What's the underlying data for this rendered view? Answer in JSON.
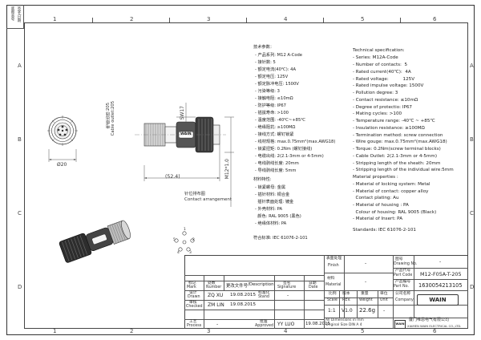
{
  "left_strip": {
    "label_top": "底图总号",
    "label_mid": "签字/日期"
  },
  "zones": {
    "top": [
      "1",
      "2",
      "3",
      "4",
      "5",
      "6"
    ],
    "side": [
      "A",
      "B",
      "C",
      "D"
    ]
  },
  "spec_cn": {
    "heading": "技术参数：",
    "lines": [
      "- 产品系列: M12 A-Code",
      "- 接针数: 5",
      "- 额定电流(40℃): 4A",
      "- 额定电压: 125V",
      "- 额定脉冲电压: 1500V",
      "- 污染等级: 3",
      "- 接触电阻: ≤10mΩ",
      "- 防护等级: IP67",
      "- 插拔寿命: >100",
      "- 温度范围: -40℃~+85℃",
      "- 绝缘阻抗: ≥100MΩ",
      "- 接线方式: 螺钉锁紧",
      "- 线材规格: max.0.75mm²(max.AWG18)",
      "- 锁紧扭矩: 0.2Nm (螺钉接线)",
      "- 电缆出线: 2(2.1-3mm or 4-5mm)",
      "- 电线剥线长度: 20mm",
      "- 导线剥线长度: 5mm"
    ],
    "mat_heading": "材料特性:",
    "mat_lines": [
      "- 锁紧螺母: 金属",
      "- 插针材料: 铜合金",
      "  插针表面处理: 镀金",
      "- 外壳材料: PA",
      "  颜色: RAL 9005 (黑色)",
      "- 绝缘体材料: PA"
    ],
    "std": "符合标准: IEC 61076-2-101"
  },
  "spec_en": {
    "heading": "Technical specification:",
    "lines": [
      "- Series: M12A-Code",
      "- Number of contacts:  5",
      "- Rated current(40℃):  4A",
      "- Rated voltage:          125V",
      "- Rated impulse voltage: 1500V",
      "- Pollution degree: 3",
      "- Contact resistance: ≤10mΩ",
      "- Degree of protectio: IP67",
      "- Mating cycles: >100",
      "- Temperature range: -40℃ ~ +85℃",
      "- Insulation resistance: ≥100MΩ",
      "- Termination method: screw connection",
      "- Wire gouge: max.0.75mm²(max.AWG18)",
      "- Torque: 0.2Nm(screw terminal blocks)",
      "- Cable Outlet: 2(2.1-3mm or 4-5mm)",
      "- Stripping length of the sheath: 20mm",
      "- Stripping length of the individual wire:5mm",
      "Material properties :",
      "- Material of locking system: Metal",
      "- Material of contact: copper alloy",
      "  Contact plating: Au",
      "- Material of housing : PA",
      "  Colour of housing: RAL 9005 (Black)",
      "- Material of Insert: PA"
    ],
    "std": "Standards: IEC 61076-2-101"
  },
  "drawing": {
    "cable_outlet_cn": "电缆出线:205",
    "cable_outlet_en": "Cable outlet:205",
    "diameter": "Ø20",
    "length": "(52.4)",
    "sw": "SW17",
    "thread": "M12*1.0",
    "logo_text": "WAIN",
    "pin_cn": "针位排布图",
    "pin_en": "Contact arrangement",
    "pins": [
      "1",
      "2",
      "3",
      "4",
      "5"
    ]
  },
  "title_block": {
    "labels": {
      "finish_cn": "表面处理",
      "finish_en": "Finish",
      "material_cn": "材料",
      "material_en": "Material",
      "drawing_no_cn": "图号",
      "drawing_no_en": "Drawing No.",
      "part_code_cn": "产品代号",
      "part_code_en": "Part Code",
      "part_no_cn": "产品编号",
      "part_no_en": "Part No.",
      "company_cn": "公司名称",
      "company_en": "Company",
      "scale_cn": "比例",
      "scale_en": "Scale",
      "rev_cn": "版本",
      "rev_en": "REV.",
      "weight_cn": "重量",
      "weight_en": "Weight",
      "unit_cn": "单位",
      "unit_en": "Unit",
      "mark_cn": "标记",
      "mark_en": "Mark",
      "qty_cn": "处数",
      "qty_en": "Number",
      "change_cn": "更改文件号",
      "change_en": "/Description",
      "sig_cn": "签名",
      "sig_en": "Signature",
      "date_cn": "日期",
      "date_en": "Date",
      "drawn_cn": "设计",
      "drawn_en": "Drawn",
      "checked_cn": "审核",
      "checked_en": "Checked",
      "process_cn": "工艺",
      "process_en": "Process",
      "std_cn": "标准化",
      "std_en": "Stand",
      "approved_cn": "批准",
      "approved_en": "Approved"
    },
    "finish": "-",
    "material": "-",
    "drawing_no": "-",
    "part_code": "M12-F05A-T-205",
    "part_no": "1630054213105",
    "scale": "1:1",
    "rev": "V1.0",
    "weight": "22.6g",
    "unit": "-",
    "drawn_name": "ZQ XU",
    "drawn_date": "19.08.2015",
    "checked_name": "ZM LIN",
    "checked_date": "19.08.2015",
    "process_name": "-",
    "stand_name": "-",
    "approved_name": "YY LUO",
    "approved_date": "19.08.2015",
    "dim_note_1": "All Dimensions in mm",
    "dim_note_2": "Original Size DIN A 4",
    "company_cn_name": "厦门唯恩电气有限公司",
    "company_en_name": "XIAMEN WAIN ELECTRICAL CO.,LTD.",
    "logo": "WAIN"
  }
}
